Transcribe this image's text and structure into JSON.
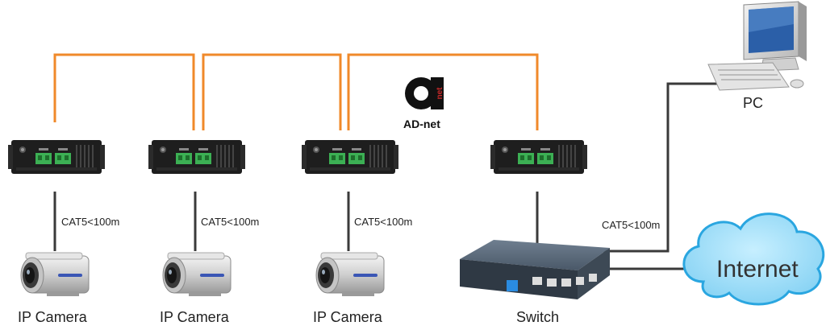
{
  "devices": {
    "camera_label": "IP Camera",
    "switch_label": "Switch",
    "pc_label": "PC",
    "internet_label": "Internet"
  },
  "cables": {
    "cable_label": "CAT5<100m"
  },
  "logo": {
    "brand_text": "AD-net",
    "mark_text": "net"
  },
  "colors": {
    "power_wire": "#f0892a",
    "network_wire": "#3a3a3a",
    "cloud_fill": "#8fd8f7",
    "cloud_stroke": "#2aa6e0",
    "device_body": "#1e1e1e",
    "terminal_green": "#3cb054"
  },
  "icons": [
    "poe-converter-icon",
    "ip-camera-icon",
    "switch-icon",
    "pc-icon",
    "cloud-icon",
    "adnet-logo-icon"
  ]
}
